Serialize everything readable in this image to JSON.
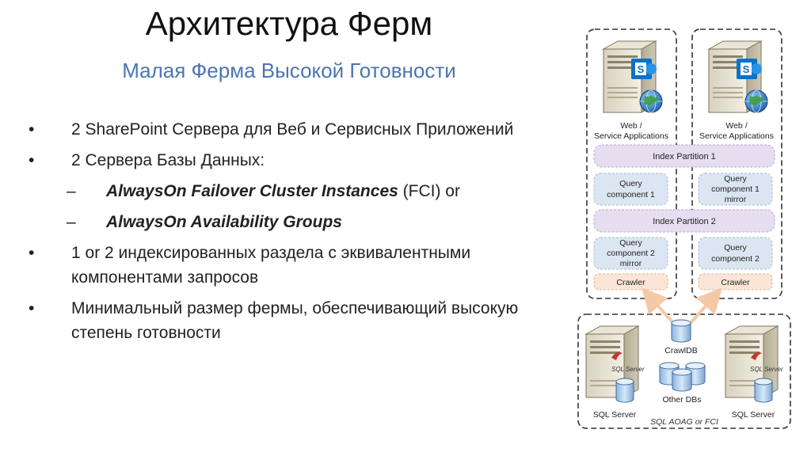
{
  "slide": {
    "title": "Архитектура Ферм",
    "subtitle": "Малая Ферма Высокой Готовности"
  },
  "bullets": [
    {
      "marker": "•",
      "text": "2 SharePoint Сервера для Веб и Сервисных Приложений"
    },
    {
      "marker": "•",
      "text": "2 Сервера Базы Данных:"
    },
    {
      "marker": "–",
      "emph": "AlwaysOn Failover Cluster Instances",
      "rest": " (FCI) or"
    },
    {
      "marker": "–",
      "emph": "AlwaysOn Availability Groups",
      "rest": ""
    },
    {
      "marker": "•",
      "text": "1 or 2 индексированных раздела с эквивалентными компонентами запросов"
    },
    {
      "marker": "•",
      "text": "Минимальный размер фермы, обеспечивающий высокую степень готовности"
    }
  ],
  "diagram": {
    "web_label_line1": "Web /",
    "web_label_line2": "Service Applications",
    "index_partition_1": "Index Partition 1",
    "index_partition_2": "Index Partition 2",
    "query_component_1": [
      "Query",
      "component 1"
    ],
    "query_component_1_mirror": [
      "Query",
      "component 1",
      "mirror"
    ],
    "query_component_2_mirror": [
      "Query",
      "component 2",
      "mirror"
    ],
    "query_component_2": [
      "Query",
      "component 2"
    ],
    "crawler": "Crawler",
    "crawldb": "CrawlDB",
    "other_dbs": "Other DBs",
    "sql_server": "SQL Server",
    "sql_logo": "SQL Server",
    "sql_cluster": "SQL AOAG or FCI",
    "icons": [
      "server-tower-icon",
      "sharepoint-logo-icon",
      "globe-icon",
      "database-cylinder-icon",
      "sql-server-logo-icon"
    ],
    "colors": {
      "partition": "#e6ddf0",
      "query": "#dce6f2",
      "crawler": "#fbe5d6",
      "arrow": "#f7d6b8",
      "sharepoint": "#0a72c9"
    }
  }
}
